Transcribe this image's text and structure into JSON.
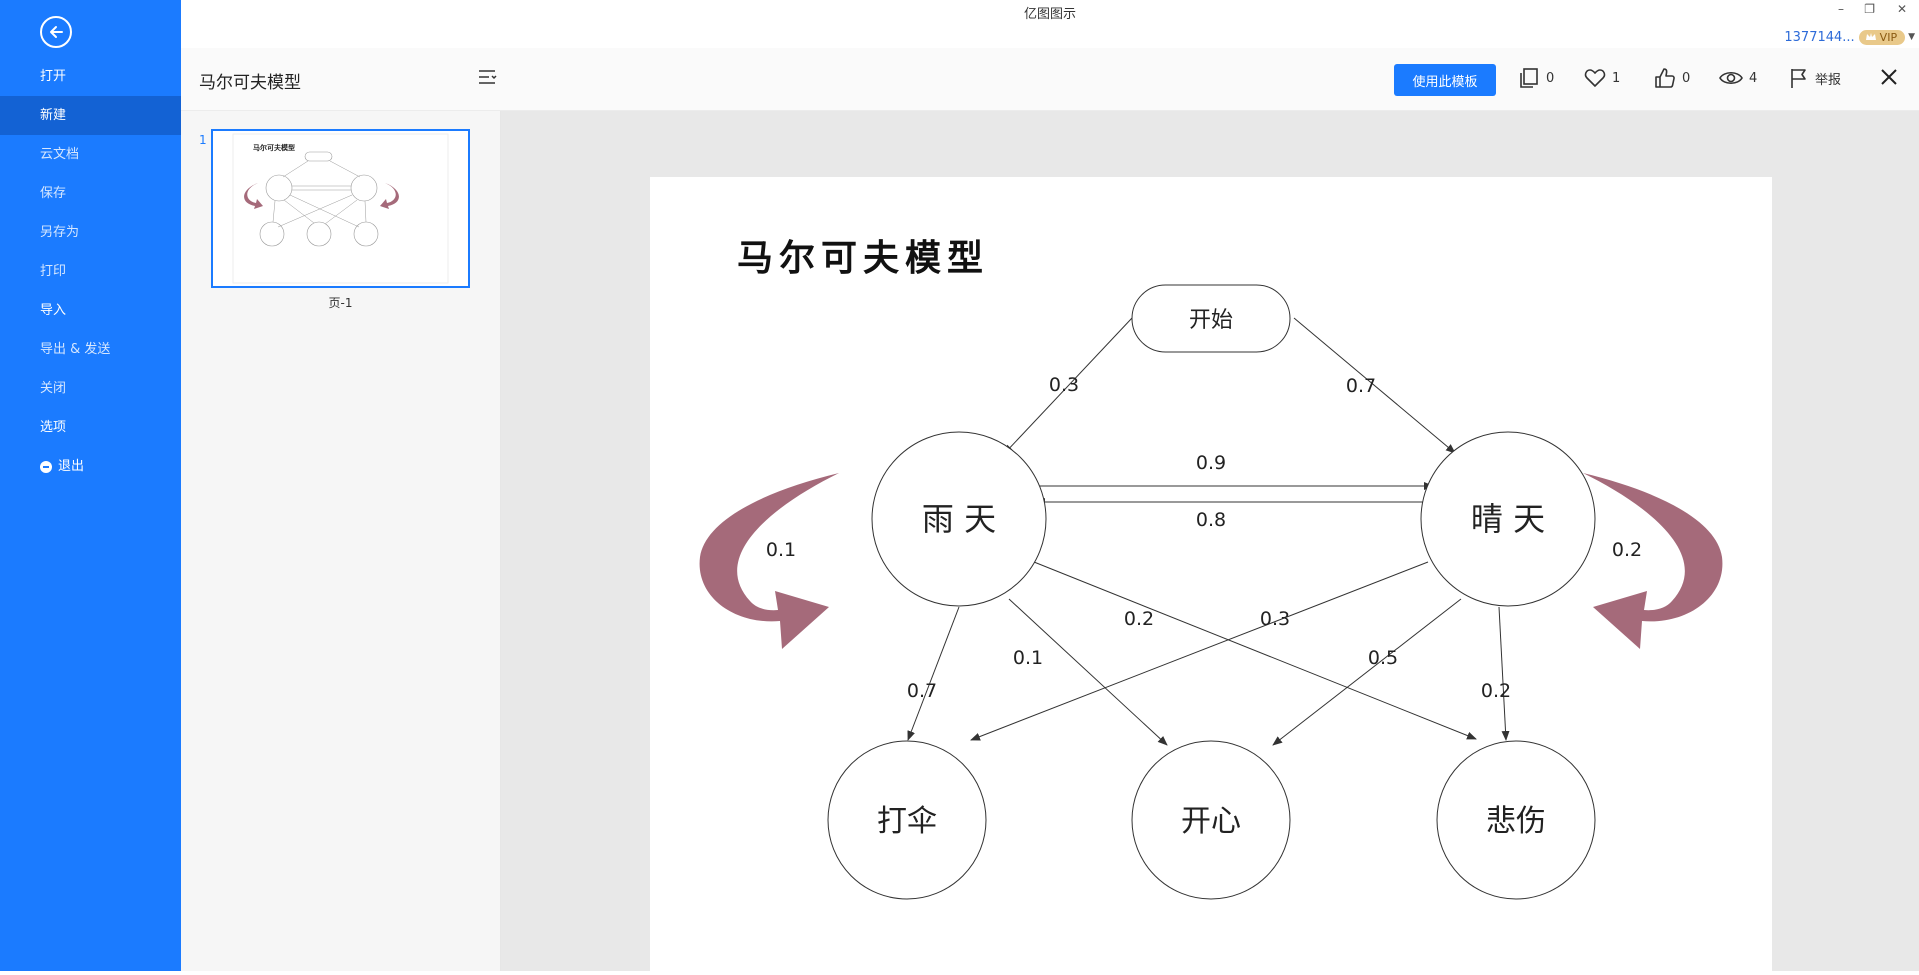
{
  "app": {
    "title": "亿图图示",
    "minimize": "–",
    "restore": "❐",
    "close": "✕",
    "user": "1377144...",
    "vip": "VIP"
  },
  "sidebar": {
    "items": [
      {
        "label": "打开"
      },
      {
        "label": "新建"
      },
      {
        "label": "云文档"
      },
      {
        "label": "保存"
      },
      {
        "label": "另存为"
      },
      {
        "label": "打印"
      },
      {
        "label": "导入"
      },
      {
        "label": "导出 & 发送"
      },
      {
        "label": "关闭"
      },
      {
        "label": "选项"
      },
      {
        "label": "退出"
      }
    ]
  },
  "header": {
    "doc_title": "马尔可夫模型",
    "use_template": "使用此模板",
    "copies": "0",
    "favorites": "1",
    "likes": "0",
    "views": "4",
    "report": "举报"
  },
  "thumbs": {
    "page_number": "1",
    "page_label": "页-1"
  },
  "diagram": {
    "title": "马尔可夫模型",
    "accent_color": "#a56a7a",
    "nodes": {
      "start": "开始",
      "rain": "雨 天",
      "sun": "晴 天",
      "umbrella": "打伞",
      "happy": "开心",
      "sad": "悲伤"
    },
    "edges": {
      "start_rain": "0.3",
      "start_sun": "0.7",
      "rain_sun": "0.9",
      "sun_rain": "0.8",
      "rain_self": "0.1",
      "sun_self": "0.2",
      "rain_umbrella": "0.7",
      "rain_happy": "0.1",
      "rain_sad": "0.2",
      "sun_umbrella": "0.3",
      "sun_happy": "0.5",
      "sun_sad": "0.2"
    }
  }
}
